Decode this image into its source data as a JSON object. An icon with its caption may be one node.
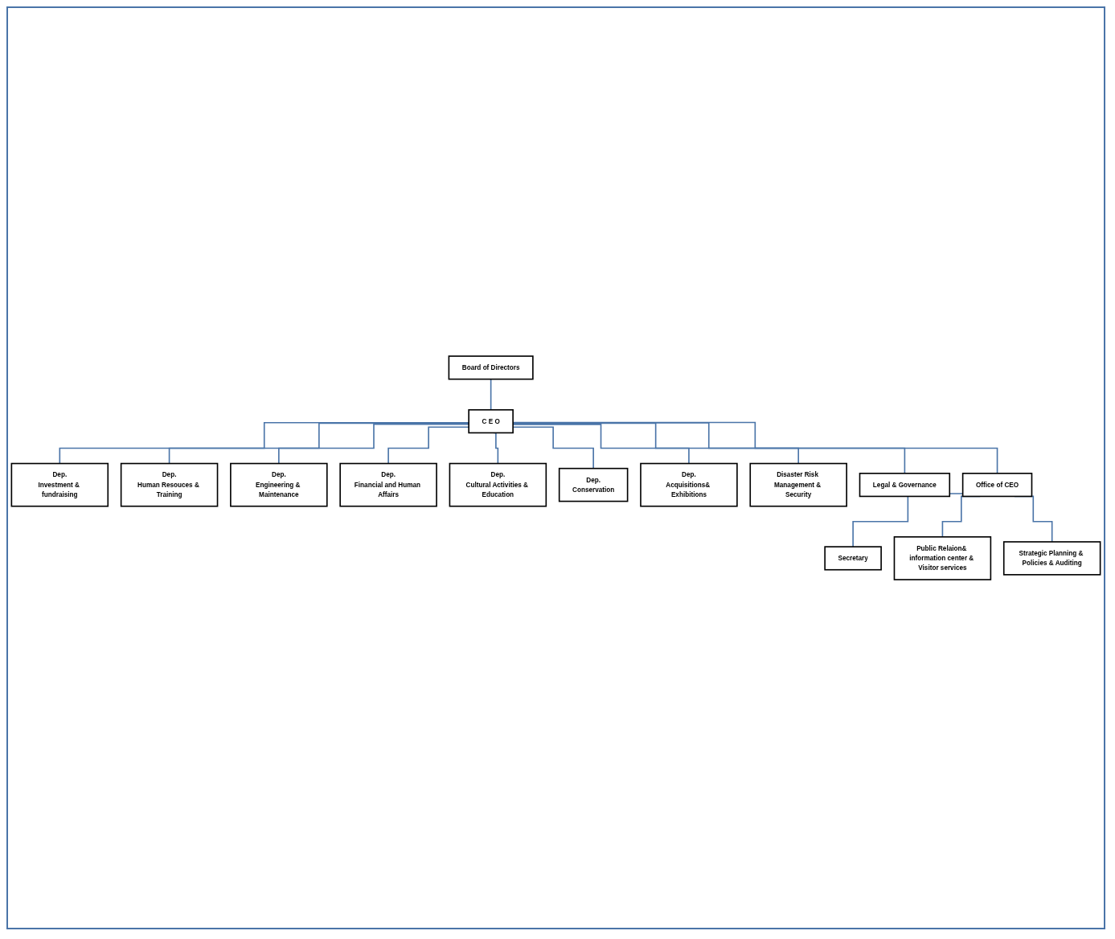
{
  "diagram": {
    "nodes": [
      {
        "text": [
          "Board of Directors"
        ]
      },
      {
        "text": [
          "C E O"
        ]
      },
      {
        "text": [
          "Disaster Risk Management & Security"
        ]
      },
      {
        "text": [
          "Office of CEO"
        ]
      },
      {
        "text": [
          "Legal & Governance"
        ]
      },
      {
        "text": [
          "Secretary"
        ]
      },
      {
        "text": [
          "Public Relaion& information center & Visitor services"
        ]
      },
      {
        "text": [
          "Strategic Planning & Policies & Auditing"
        ]
      },
      {
        "text": [
          "Dep.",
          "Investment & fundraising"
        ]
      },
      {
        "text": [
          "Dep.",
          "Human Resouces & Training"
        ]
      },
      {
        "text": [
          "Dep.",
          "Engineering & Maintenance"
        ]
      },
      {
        "text": [
          "Dep.",
          "Financial and Human Affairs"
        ]
      },
      {
        "text": [
          "Dep.",
          "Cultural Activities & Education"
        ]
      },
      {
        "text": [
          "Dep.",
          "Conservation"
        ]
      },
      {
        "text": [
          "Dep.",
          "Acquisitions& Exhibitions"
        ]
      }
    ],
    "edges": [
      {
        "from": 0,
        "to": 1,
        "arrow": "none"
      },
      {
        "from": 1,
        "to": 2,
        "arrow": "none"
      },
      {
        "from": 1,
        "to": 3,
        "arrow": "none"
      },
      {
        "from": 1,
        "to": 4,
        "arrow": "none"
      },
      {
        "from": 3,
        "to": 5,
        "arrow": "none"
      },
      {
        "from": 3,
        "to": 6,
        "arrow": "none"
      },
      {
        "from": 3,
        "to": 7,
        "arrow": "none"
      },
      {
        "from": 1,
        "to": 8,
        "arrow": "none"
      },
      {
        "from": 1,
        "to": 9,
        "arrow": "none"
      },
      {
        "from": 1,
        "to": 10,
        "arrow": "none"
      },
      {
        "from": 1,
        "to": 11,
        "arrow": "none"
      },
      {
        "from": 1,
        "to": 12,
        "arrow": "none"
      },
      {
        "from": 1,
        "to": 13,
        "arrow": "none"
      },
      {
        "from": 1,
        "to": 14,
        "arrow": "none"
      }
    ]
  }
}
